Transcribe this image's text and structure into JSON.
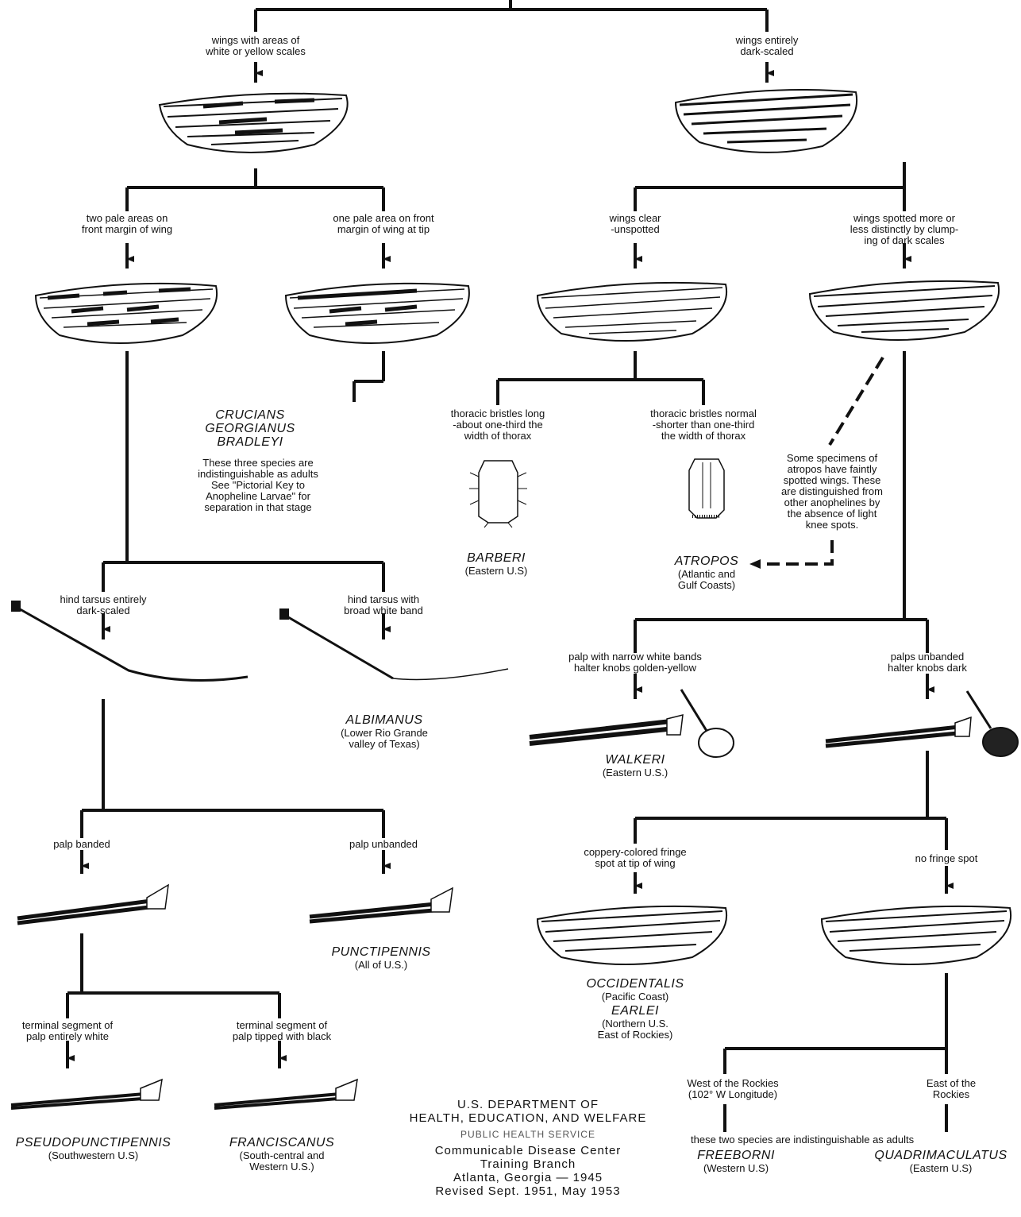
{
  "labels": {
    "wings_white_yellow": "wings with areas of\nwhite or yellow scales",
    "wings_dark": "wings entirely\ndark-scaled",
    "two_pale": "two pale areas on\nfront margin of wing",
    "one_pale": "one pale area on front\nmargin of wing at tip",
    "wings_clear": "wings clear\n-unspotted",
    "wings_spotted": "wings spotted more or\nless distinctly by clump-\ning of dark scales",
    "bristles_long": "thoracic bristles long\n-about one-third the\nwidth of thorax",
    "bristles_normal": "thoracic bristles normal\n-shorter than one-third\nthe width of thorax",
    "hind_dark": "hind tarsus entirely\ndark-scaled",
    "hind_band": "hind tarsus with\nbroad white band",
    "palp_narrow": "palp with narrow white bands\nhalter knobs golden-yellow",
    "palps_unbanded": "palps unbanded\nhalter knobs dark",
    "palp_banded": "palp banded",
    "palp_unbanded": "palp unbanded",
    "coppery": "coppery-colored fringe\nspot at tip of wing",
    "no_fringe": "no fringe spot",
    "terminal_white": "terminal segment of\npalp entirely white",
    "terminal_black": "terminal segment of\npalp tipped with black",
    "west_rockies": "West of the Rockies\n(102° W Longitude)",
    "east_rockies": "East of the\nRockies"
  },
  "species": {
    "crucians_group": "CRUCIANS\nGEORGIANUS\nBRADLEYI",
    "barberi": "BARBERI",
    "barberi_range": "(Eastern U.S)",
    "atropos": "ATROPOS",
    "atropos_range": "(Atlantic and\nGulf Coasts)",
    "albimanus": "ALBIMANUS",
    "albimanus_range": "(Lower Rio Grande\nvalley of Texas)",
    "walkeri": "WALKERI",
    "walkeri_range": "(Eastern U.S.)",
    "punctipennis": "PUNCTIPENNIS",
    "punctipennis_range": "(All of U.S.)",
    "occidentalis": "OCCIDENTALIS",
    "occidentalis_range": "(Pacific Coast)",
    "earlei": "EARLEI",
    "earlei_range": "(Northern U.S.\nEast of Rockies)",
    "pseudopunctipennis": "PSEUDOPUNCTIPENNIS",
    "pseudopunctipennis_range": "(Southwestern U.S)",
    "franciscanus": "FRANCISCANUS",
    "franciscanus_range": "(South-central and\nWestern U.S.)",
    "freeborni": "FREEBORNI",
    "freeborni_range": "(Western U.S)",
    "quadrimaculatus": "QUADRIMACULATUS",
    "quadrimaculatus_range": "(Eastern U.S)"
  },
  "notes": {
    "crucians_note": "These three species are\nindistinguishable as adults\nSee \"Pictorial Key to\nAnopheline Larvae\" for\nseparation in that stage",
    "atropos_note": "Some specimens of\natropos have faintly\nspotted wings. These\nare distinguished from\nother anophelines by\nthe absence of light\nknee spots.",
    "indistinguishable": "these two species are indistinguishable as adults"
  },
  "publisher": {
    "dept": "U.S. DEPARTMENT OF\nHEALTH, EDUCATION, AND WELFARE",
    "service": "PUBLIC HEALTH SERVICE",
    "center": "Communicable Disease Center\nTraining Branch\nAtlanta, Georgia — 1945\nRevised Sept. 1951, May 1953"
  }
}
